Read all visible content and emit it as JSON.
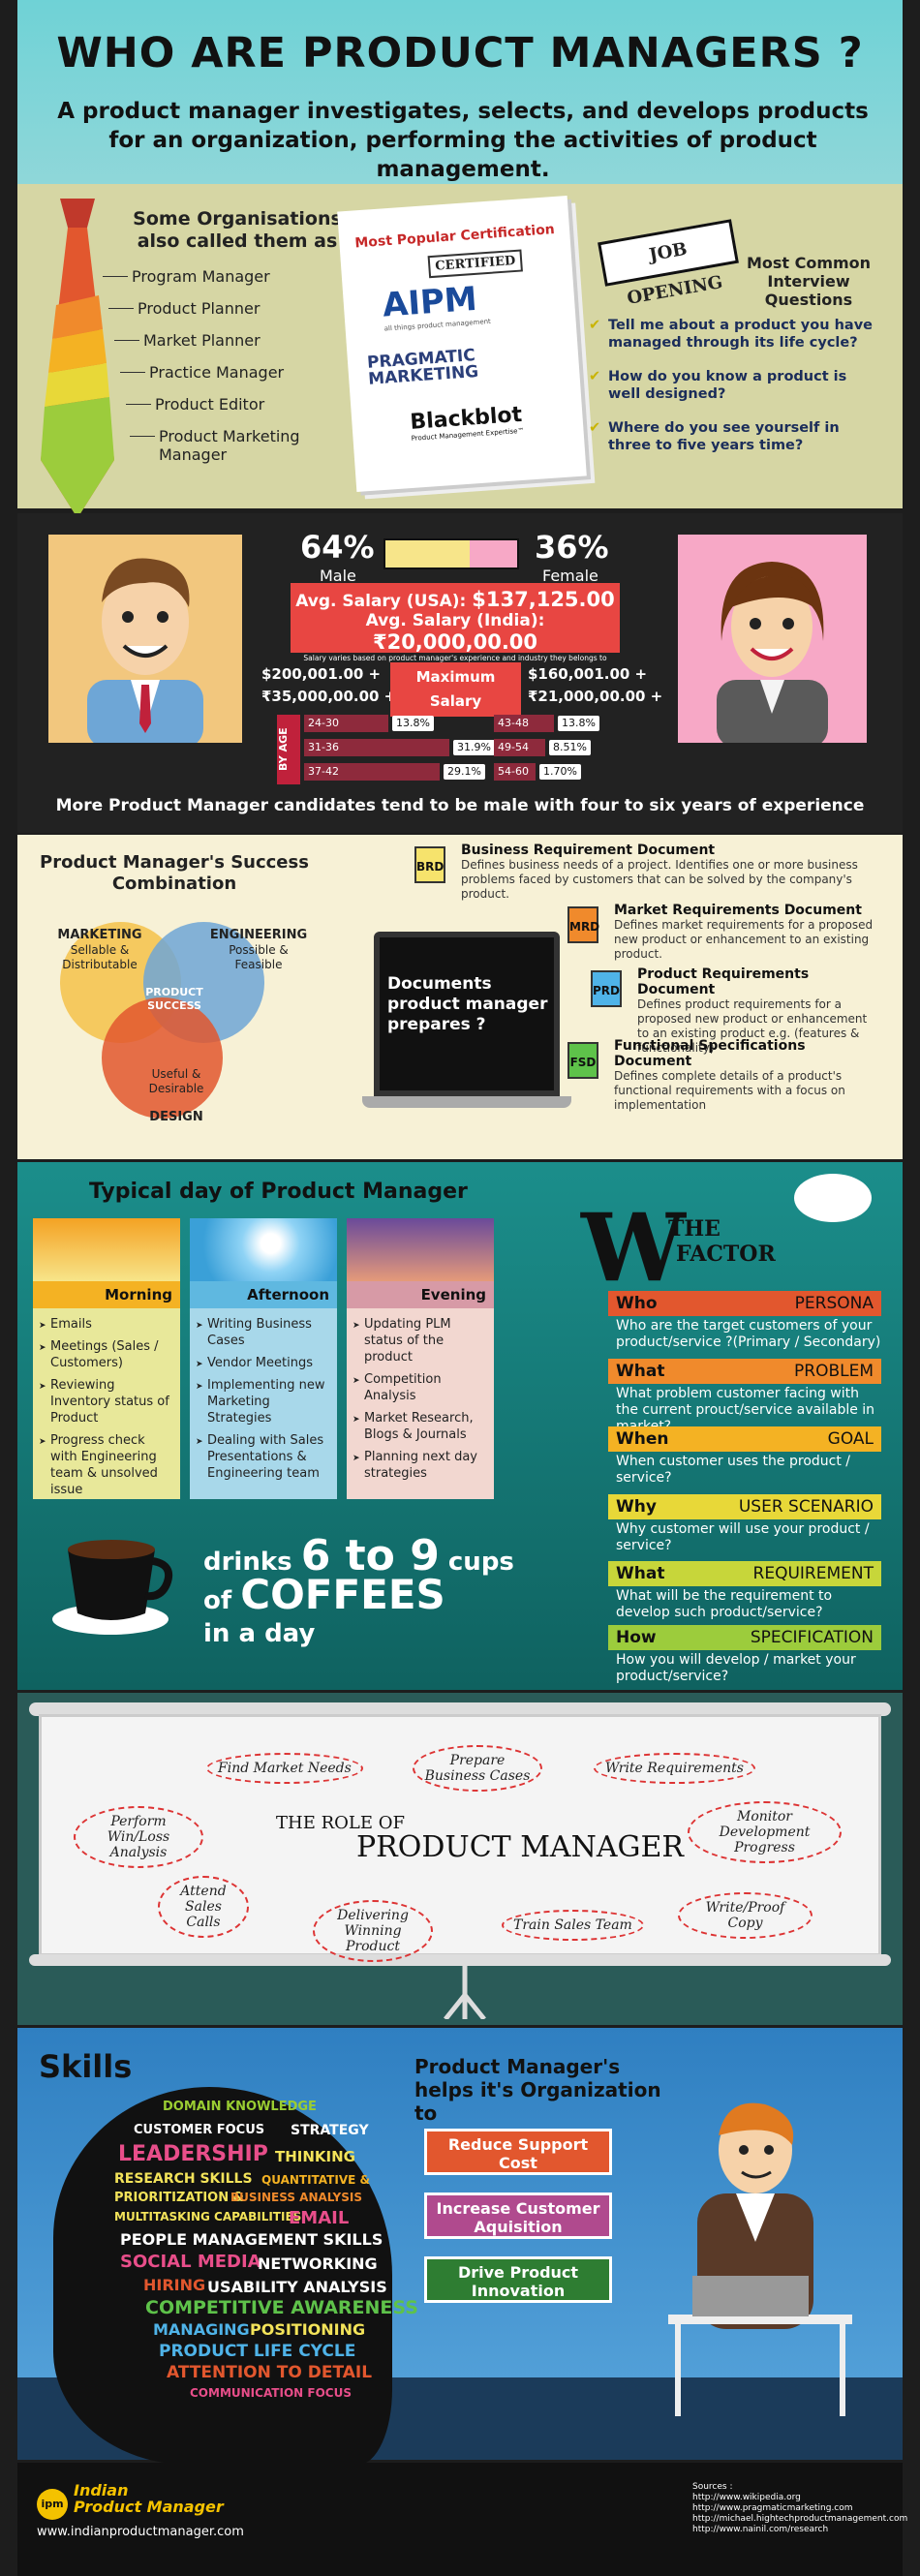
{
  "header": {
    "title": "WHO ARE PRODUCT MANAGERS ?",
    "subtitle": "A product manager investigates, selects, and develops products for an organization, performing the activities of product management."
  },
  "orgs": {
    "heading": "Some Organisations also called them as",
    "items": [
      "Program Manager",
      "Product Planner",
      "Market Planner",
      "Practice Manager",
      "Product Editor",
      "Product Marketing Manager"
    ]
  },
  "certs": {
    "heading": "Most Popular Certification",
    "stamp": "CERTIFIED",
    "aipm": "AIPM",
    "aipm_tag": "all things product management",
    "pragmatic": "PRAGMATIC MARKETING",
    "blackblot": "Blackblot",
    "blackblot_tag": "Product Management Expertise™"
  },
  "interview": {
    "badge": "JOB OPENING",
    "heading": "Most Common Interview Questions",
    "questions": [
      "Tell me about a product you have managed through its life cycle?",
      "How do you know a product is well designed?",
      "Where do you see yourself in three to five years time?"
    ]
  },
  "gender": {
    "male_pct": "64%",
    "male_label": "Male",
    "female_pct": "36%",
    "female_label": "Female",
    "male_share": 0.64,
    "salary_usa_label": "Avg. Salary (USA):",
    "salary_usa": "$137,125.00",
    "salary_india_label": "Avg. Salary (India):",
    "salary_india": "₹20,000,00.00",
    "salary_note": "Salary varies based on product manager's experience and industry they belongs to",
    "max_label": "Maximum Salary",
    "max_male_usd": "$200,001.00 +",
    "max_male_inr": "₹35,000,00.00 +",
    "max_female_usd": "$160,001.00 +",
    "max_female_inr": "₹21,000,00.00 +",
    "by_age": "BY AGE",
    "male_ages": [
      {
        "range": "24-30",
        "pct": "13.8%",
        "v": 13.8
      },
      {
        "range": "31-36",
        "pct": "31.9%",
        "v": 31.9
      },
      {
        "range": "37-42",
        "pct": "29.1%",
        "v": 29.1
      }
    ],
    "female_ages": [
      {
        "range": "43-48",
        "pct": "13.8%",
        "v": 13.8
      },
      {
        "range": "49-54",
        "pct": "8.51%",
        "v": 8.51
      },
      {
        "range": "54-60",
        "pct": "1.70%",
        "v": 1.7
      }
    ],
    "footer": "More Product Manager candidates tend to be male with four to six years of experience"
  },
  "success": {
    "heading": "Product Manager's Success Combination",
    "marketing": "MARKETING",
    "marketing_sub": "Sellable & Distributable",
    "engineering": "ENGINEERING",
    "engineering_sub": "Possible & Feasible",
    "design": "DESIGN",
    "design_sub": "Useful & Desirable",
    "center": "PRODUCT SUCCESS"
  },
  "docs": {
    "laptop_text": "Documents product manager prepares ?",
    "items": [
      {
        "abbr": "BRD",
        "title": "Business Requirement Document",
        "desc": "Defines business needs of a project. Identifies one or more business problems faced by customers that can be solved by the company's product.",
        "color": "#f6e36c"
      },
      {
        "abbr": "MRD",
        "title": "Market Requirements Document",
        "desc": "Defines market requirements for a proposed new product or enhancement to an existing product.",
        "color": "#f08a2c"
      },
      {
        "abbr": "PRD",
        "title": "Product Requirements Document",
        "desc": "Defines product requirements for a proposed new product or enhancement to an existing product e.g. (features & functionality)",
        "color": "#4fb3e8"
      },
      {
        "abbr": "FSD",
        "title": "Functional Specifications Document",
        "desc": "Defines complete details of a product's functional requirements with a focus on implementation",
        "color": "#5ec24a"
      }
    ]
  },
  "day": {
    "heading": "Typical day of Product Manager",
    "columns": [
      {
        "name": "Morning",
        "items": [
          "Emails",
          "Meetings (Sales / Customers)",
          "Reviewing Inventory status of Product",
          "Progress check with Engineering team & unsolved issue"
        ]
      },
      {
        "name": "Afternoon",
        "items": [
          "Writing Business Cases",
          "Vendor Meetings",
          "Implementing new Marketing Strategies",
          "Dealing with Sales Presentations & Engineering team"
        ]
      },
      {
        "name": "Evening",
        "items": [
          "Updating PLM status of the product",
          "Competition Analysis",
          "Market Research, Blogs & Journals",
          "Planning next day strategies"
        ]
      }
    ]
  },
  "wfactor": {
    "w": "W",
    "the": "THE",
    "factor": "FACTOR",
    "rows": [
      {
        "k": "Who",
        "v": "Persona",
        "d": "Who are the target customers of your product/service ?(Primary / Secondary)",
        "color": "#e2572e"
      },
      {
        "k": "What",
        "v": "Problem",
        "d": "What problem customer facing with the current prouct/service available in market?",
        "color": "#f08a2c"
      },
      {
        "k": "When",
        "v": "Goal",
        "d": "When customer uses the product / service?",
        "color": "#f4b223"
      },
      {
        "k": "Why",
        "v": "User Scenario",
        "d": "Why customer will use your product / service?",
        "color": "#e8d838"
      },
      {
        "k": "What",
        "v": "Requirement",
        "d": "What will be the requirement to develop such product/service?",
        "color": "#c7d63a"
      },
      {
        "k": "How",
        "v": "Specification",
        "d": "How you will develop / market your product/service?",
        "color": "#9ccc3c"
      }
    ]
  },
  "coffee": {
    "l1": "drinks",
    "num": "6 to 9",
    "cups": "cups",
    "of": "of",
    "coffees": "COFFEES",
    "tail": "in a day"
  },
  "role": {
    "the_role": "THE ROLE OF",
    "pm": "PRODUCT MANAGER",
    "steps": [
      "Find Market Needs",
      "Prepare Business Cases",
      "Write Requirements",
      "Monitor Development Progress",
      "Write/Proof Copy",
      "Train Sales Team",
      "Delivering Winning Product",
      "Attend Sales Calls",
      "Perform Win/Loss Analysis"
    ]
  },
  "skills": {
    "heading": "Skills",
    "words": [
      {
        "t": "DOMAIN KNOWLEDGE",
        "c": "#9acd32",
        "s": 13
      },
      {
        "t": "CUSTOMER FOCUS",
        "c": "#ffffff",
        "s": 13
      },
      {
        "t": "STRATEGY",
        "c": "#ffffff",
        "s": 14
      },
      {
        "t": "LEADERSHIP",
        "c": "#e84e8a",
        "s": 22
      },
      {
        "t": "THINKING",
        "c": "#f3e35a",
        "s": 15
      },
      {
        "t": "RESEARCH SKILLS",
        "c": "#f3e35a",
        "s": 14
      },
      {
        "t": "QUANTITATIVE &",
        "c": "#f4b223",
        "s": 12
      },
      {
        "t": "PRIORITIZATION &",
        "c": "#f3e35a",
        "s": 13
      },
      {
        "t": "BUSINESS ANALYSIS",
        "c": "#f08a2c",
        "s": 12
      },
      {
        "t": "MULTITASKING CAPABILITIES",
        "c": "#f3e35a",
        "s": 12
      },
      {
        "t": "EMAIL",
        "c": "#e84e8a",
        "s": 18
      },
      {
        "t": "PEOPLE MANAGEMENT SKILLS",
        "c": "#ffffff",
        "s": 16
      },
      {
        "t": "SOCIAL MEDIA",
        "c": "#e84e8a",
        "s": 18
      },
      {
        "t": "NETWORKING",
        "c": "#ffffff",
        "s": 16
      },
      {
        "t": "HIRING",
        "c": "#e2572e",
        "s": 16
      },
      {
        "t": "USABILITY ANALYSIS",
        "c": "#ffffff",
        "s": 16
      },
      {
        "t": "COMPETITIVE AWARENESS",
        "c": "#5ec24a",
        "s": 19
      },
      {
        "t": "MANAGING",
        "c": "#4fb3e8",
        "s": 16
      },
      {
        "t": "POSITIONING",
        "c": "#f3e35a",
        "s": 16
      },
      {
        "t": "PRODUCT LIFE CYCLE",
        "c": "#4fb3e8",
        "s": 17
      },
      {
        "t": "ATTENTION TO DETAIL",
        "c": "#e2572e",
        "s": 17
      },
      {
        "t": "COMMUNICATION FOCUS",
        "c": "#e84e8a",
        "s": 12
      }
    ]
  },
  "helps": {
    "heading": "Product Manager's helps it's Organization to",
    "items": [
      {
        "t": "Reduce Support Cost",
        "c": "#e2572e"
      },
      {
        "t": "Increase Customer Aquisition",
        "c": "#b04a8e"
      },
      {
        "t": "Drive Product Innovation",
        "c": "#2e7d32"
      }
    ]
  },
  "footer": {
    "logo": "ipm",
    "brand1": "Indian",
    "brand2": "Product Manager",
    "site": "www.indianproductmanager.com",
    "sources_label": "Sources :",
    "sources": [
      "http://www.wikipedia.org",
      "http://www.pragmaticmarketing.com",
      "http://michael.hightechproductmanagement.com",
      "http://www.nainil.com/research"
    ]
  }
}
